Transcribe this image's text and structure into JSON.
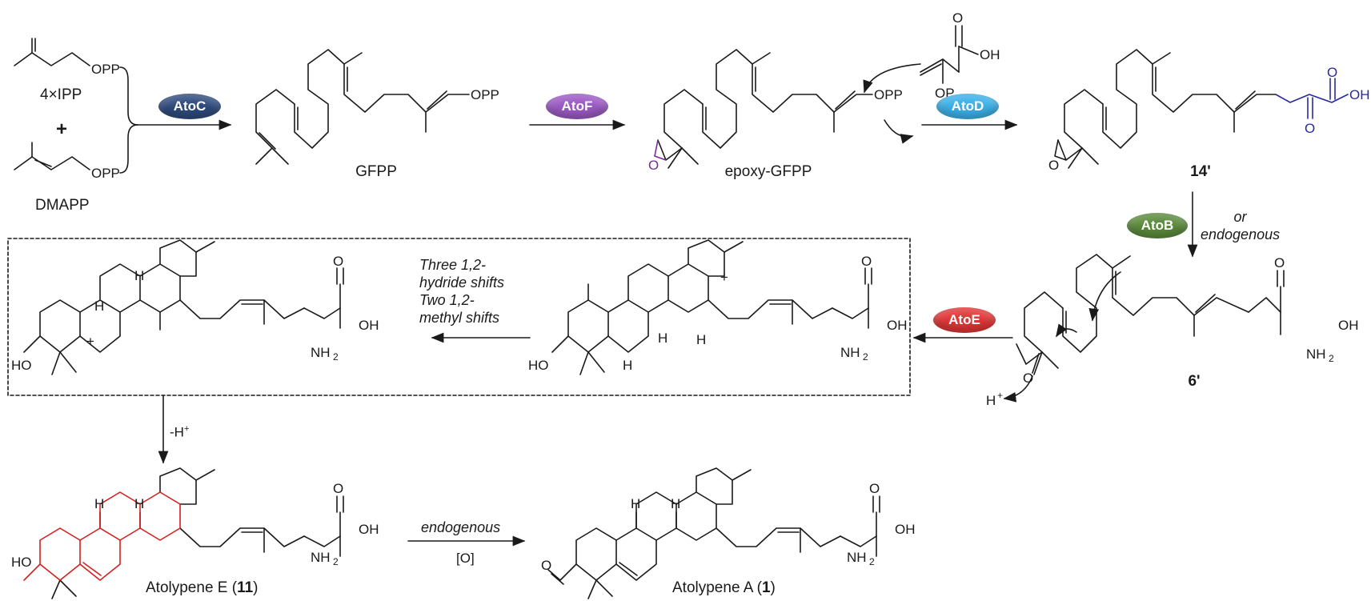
{
  "compounds": {
    "ipp": "4×IPP",
    "plus": "+",
    "dmapp": "DMAPP",
    "gfpp": "GFPP",
    "epoxy_gfpp": "epoxy-GFPP",
    "cmpd14_label": "14'",
    "cmpd6_label": "6'",
    "atolypene_e_prefix": "Atolypene E (",
    "atolypene_e_num": "11",
    "atolypene_e_suffix": ")",
    "atolypene_a_prefix": "Atolypene A (",
    "atolypene_a_num": "1",
    "atolypene_a_suffix": ")"
  },
  "atoms": {
    "opp": "OPP",
    "oh": "OH",
    "ho": "HO",
    "o": "O",
    "op": "OP",
    "nh2": "NH",
    "nh2_sub": "2",
    "h": "H",
    "h_plus": "H",
    "plus_sup": "+",
    "cation": "+"
  },
  "enzymes": [
    {
      "name": "AtoC",
      "color": "#2e4a7c"
    },
    {
      "name": "AtoF",
      "color": "#9b59c4"
    },
    {
      "name": "AtoD",
      "color": "#3bb0e8"
    },
    {
      "name": "AtoB",
      "color": "#5b8a3c"
    },
    {
      "name": "AtoE",
      "color": "#e03535"
    }
  ],
  "conditions": {
    "or_line1": "or",
    "or_line2": "endogenous",
    "shifts_line1": "Three 1,2-",
    "shifts_line2": "hydride shifts",
    "shifts_line3": "Two 1,2-",
    "shifts_line4": "methyl shifts",
    "deprotonation": "-H",
    "deprotonation_sup": "+",
    "endogenous": "endogenous",
    "oxidation": "[O]"
  },
  "colors": {
    "ink": "#1a1a1a",
    "epoxide": "#7a2a9a",
    "ketoacid": "#2a2aa0",
    "ring_highlight": "#d42020"
  }
}
